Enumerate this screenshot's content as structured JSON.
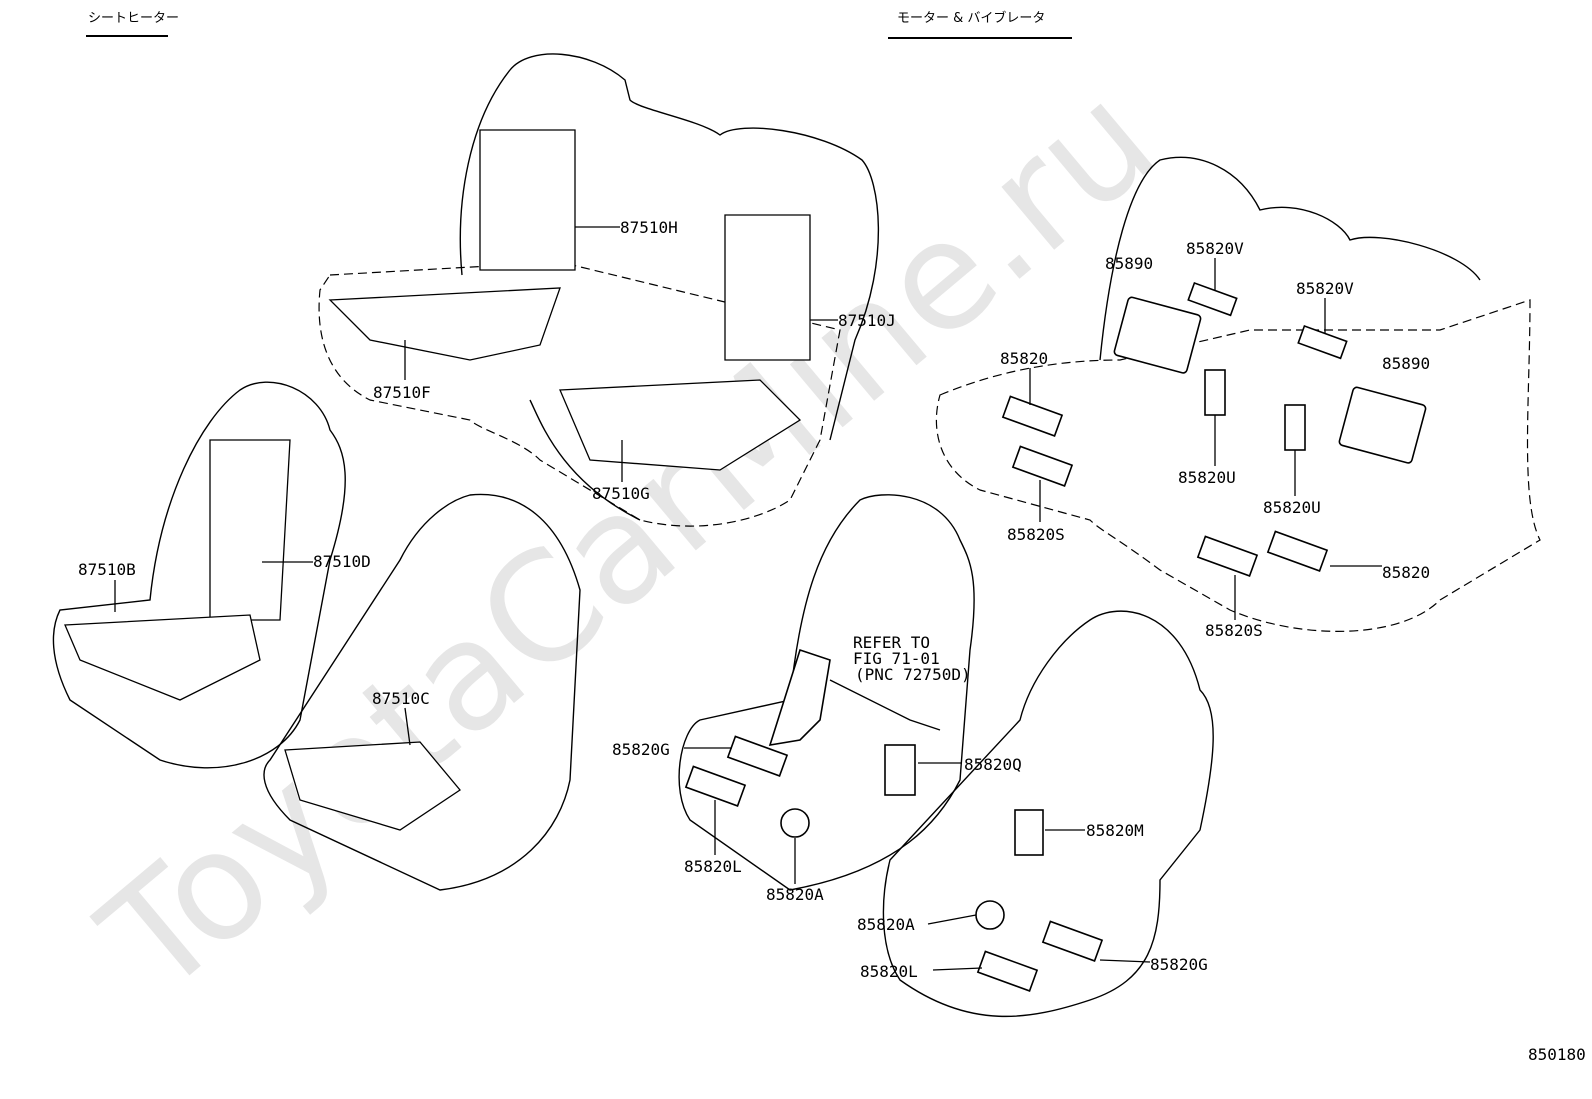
{
  "headers": {
    "seat_heater": "シートヒーター",
    "motor_vibrator": "モーター & バイブレータ"
  },
  "watermark": "ToyotaCarMine.ru",
  "labels": [
    "87510H",
    "87510J",
    "87510F",
    "87510G",
    "87510B",
    "87510D",
    "87510C",
    "85890",
    "85820V",
    "85820V",
    "85890",
    "85820",
    "85820U",
    "85820U",
    "85820S",
    "85820",
    "85820S",
    "85820G",
    "85820Q",
    "85820M",
    "85820L",
    "85820A",
    "85820A",
    "85820G",
    "85820L"
  ],
  "reference": {
    "line1": "REFER TO",
    "line2": "FIG 71-01",
    "line3": "(PNC 72750D)"
  },
  "diagram_number": "850180"
}
